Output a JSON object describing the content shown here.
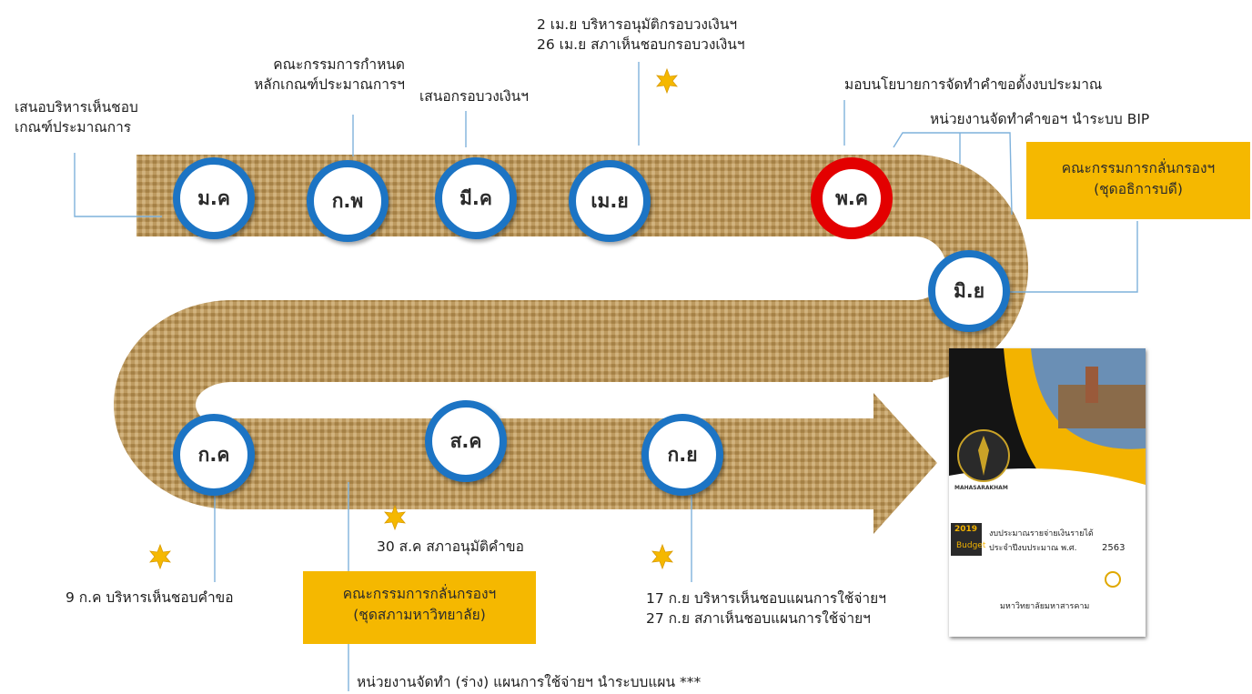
{
  "months": {
    "jan": "ม.ค",
    "feb": "ก.พ",
    "mar": "มี.ค",
    "apr": "เม.ย",
    "may": "พ.ค",
    "jun": "มิ.ย",
    "jul": "ก.ค",
    "aug": "ส.ค",
    "sep": "ก.ย"
  },
  "labels": {
    "jan": [
      "เสนอบริหารเห็นชอบ",
      "เกณฑ์ประมาณการ"
    ],
    "feb": [
      "คณะกรรมการกำหนด",
      "หลักเกณฑ์ประมาณการฯ"
    ],
    "mar": [
      "เสนอกรอบวงเงินฯ"
    ],
    "apr": [
      "2 เม.ย บริหารอนุมัติกรอบวงเงินฯ",
      "26 เม.ย สภาเห็นชอบกรอบวงเงินฯ"
    ],
    "may_policy": "มอบนโยบายการจัดทำคำขอตั้งงบประมาณ",
    "may_units": "หน่วยงานจัดทำคำขอฯ นำระบบ BIP",
    "jul": "9 ก.ค บริหารเห็นชอบคำขอ",
    "aug": "30 ส.ค สภาอนุมัติคำขอ",
    "sep": [
      "17 ก.ย บริหารเห็นชอบแผนการใช้จ่ายฯ",
      "27 ก.ย สภาเห็นชอบแผนการใช้จ่ายฯ"
    ],
    "bottom_note": "หน่วยงานจัดทำ (ร่าง) แผนการใช้จ่ายฯ นำระบบแผน ***"
  },
  "boxes": {
    "executive": [
      "คณะกรรมการกลั่นกรองฯ",
      "(ชุดอธิการบดี)"
    ],
    "council": [
      "คณะกรรมการกลั่นกรองฯ",
      "(ชุดสภามหาวิทยาลัย)"
    ]
  },
  "cover": {
    "year_badge": "2019",
    "badge_word": "Budget",
    "university_en": "MAHASARAKHAM",
    "title_line1": "งบประมาณรายจ่ายเงินรายได้",
    "title_line2": "ประจำปีงบประมาณ พ.ศ.",
    "fiscal_year": "2563",
    "university_th": "มหาวิทยาลัยมหาสารคาม"
  },
  "colors": {
    "node_border": "#1c74c4",
    "active_border": "#e30000",
    "box_fill": "#f5b800",
    "star": "#f5b800",
    "connector": "#7fb2dc",
    "road": "#b9955c"
  }
}
